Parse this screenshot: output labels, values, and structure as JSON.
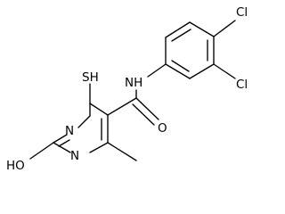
{
  "diagram": {
    "type": "chemical-structure",
    "atom_labels": {
      "sh": "SH",
      "nh": "NH",
      "cl_top": "Cl",
      "cl_mid": "Cl",
      "o": "O",
      "n_upper": "N",
      "n_lower": "N",
      "ho": "HO"
    },
    "colors": {
      "bond": "#000000",
      "background": "#ffffff"
    }
  }
}
